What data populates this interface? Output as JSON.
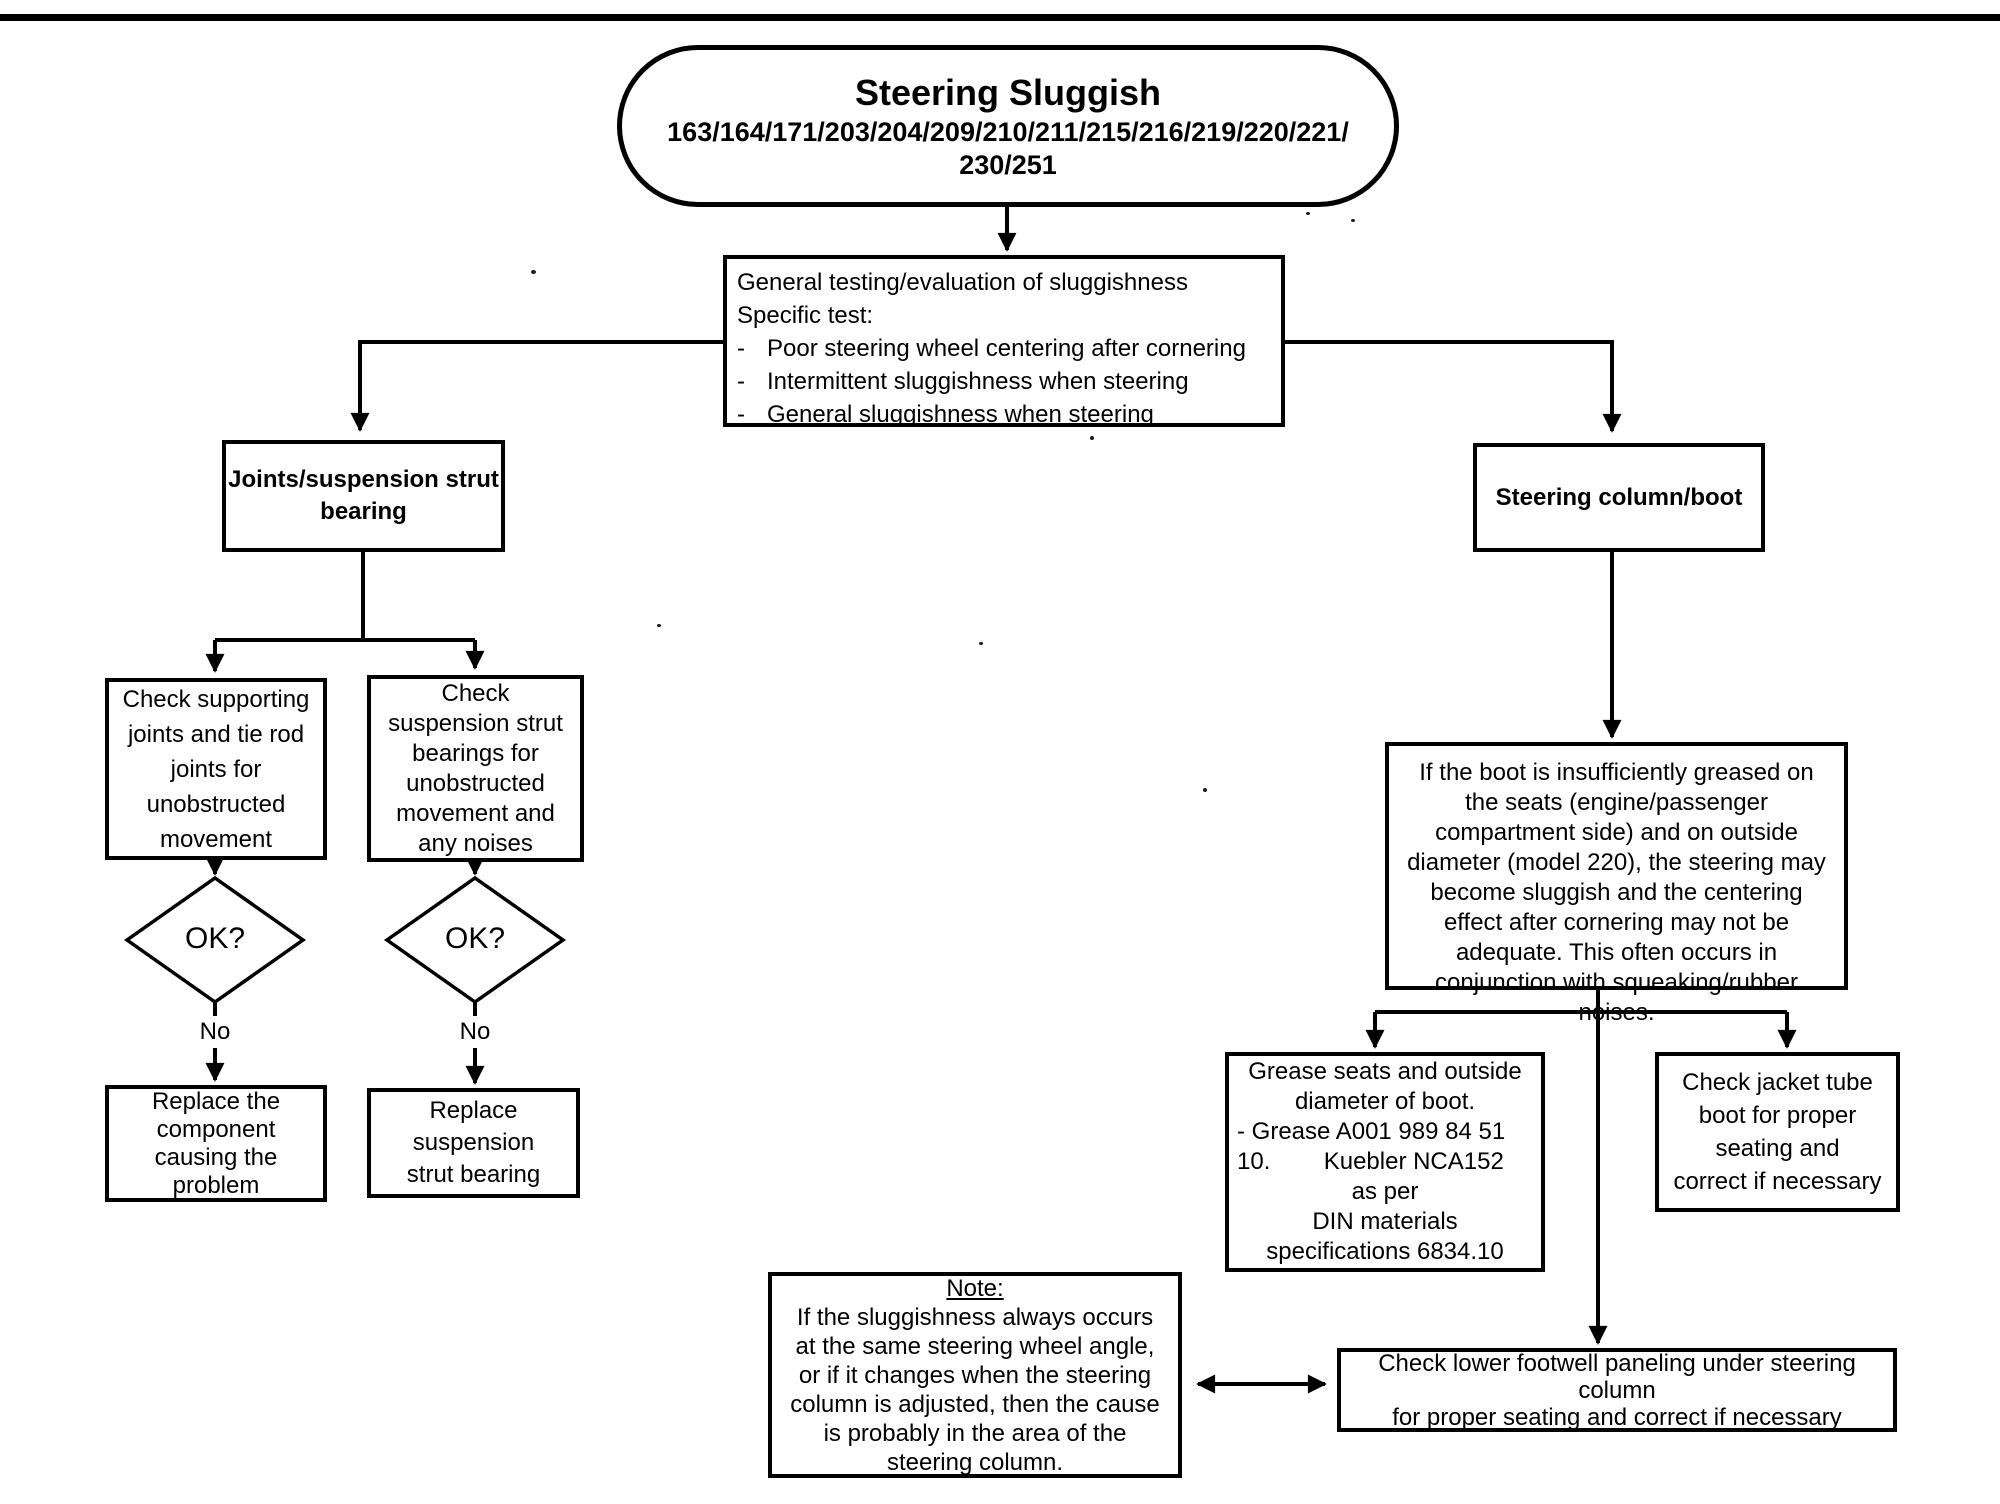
{
  "colors": {
    "ink": "#000000",
    "paper": "#ffffff"
  },
  "flowchart": {
    "start": {
      "title": "Steering Sluggish",
      "models": [
        "163/164/171/203/204/209/210/211/215/216/219/220/221/",
        "230/251"
      ]
    },
    "general": {
      "heading": "General testing/evaluation of sluggishness",
      "subheading": "Specific test:",
      "dash": "-",
      "bullets": [
        "Poor steering wheel centering after cornering",
        "Intermittent sluggishness when steering",
        "General sluggishness when steering"
      ]
    },
    "joints": {
      "lines": [
        "Joints/suspension strut",
        "bearing"
      ]
    },
    "steering_column": {
      "label": "Steering column/boot"
    },
    "check_supporting": {
      "lines": [
        "Check supporting",
        "joints and tie rod",
        "joints for",
        "unobstructed",
        "movement"
      ]
    },
    "check_strut": {
      "lines": [
        "Check",
        "suspension strut",
        "bearings for",
        "unobstructed",
        "movement and",
        "any noises"
      ]
    },
    "decision_left": {
      "label": "OK?",
      "branch_label": "No"
    },
    "decision_right": {
      "label": "OK?",
      "branch_label": "No"
    },
    "replace_component": {
      "lines": [
        "Replace the",
        "component",
        "causing the",
        "problem"
      ]
    },
    "replace_strut": {
      "lines": [
        "Replace",
        "suspension",
        "strut bearing"
      ]
    },
    "boot_info": {
      "lines": [
        "If the boot is insufficiently greased on",
        "the seats (engine/passenger",
        "compartment side) and on outside",
        "diameter (model 220), the steering may",
        "become sluggish and the centering",
        "effect after cornering may not be",
        "adequate. This often occurs in",
        "conjunction with squeaking/rubber",
        "noises."
      ]
    },
    "grease": {
      "lines": [
        "Grease seats and outside",
        "diameter of boot.",
        "- Grease A001 989 84 51",
        "10.        Kuebler NCA152",
        "as per",
        "DIN materials",
        "specifications 6834.10"
      ]
    },
    "jacket_tube": {
      "lines": [
        "Check jacket tube",
        "boot for proper",
        "seating and",
        "correct if necessary"
      ]
    },
    "footwell": {
      "lines": [
        "Check lower footwell paneling under steering",
        "column",
        "for proper seating and correct if necessary"
      ]
    },
    "note": {
      "title": "Note:",
      "lines": [
        "If the sluggishness always occurs",
        "at the same steering wheel angle,",
        "or if it changes when the steering",
        "column is adjusted, then the cause",
        "is probably in the area of the",
        "steering column."
      ]
    }
  }
}
